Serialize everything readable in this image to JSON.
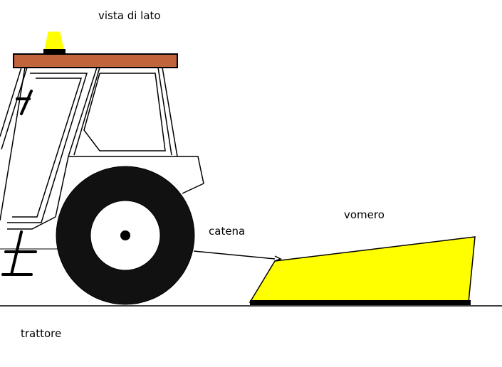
{
  "title": "vista di lato",
  "labels": {
    "chain": "catena",
    "plow": "vomero",
    "tractor": "trattore"
  },
  "colors": {
    "roof": "#c0643c",
    "beacon": "#ffff00",
    "plow_fill": "#ffff00",
    "outline": "#000000",
    "background": "#ffffff"
  }
}
